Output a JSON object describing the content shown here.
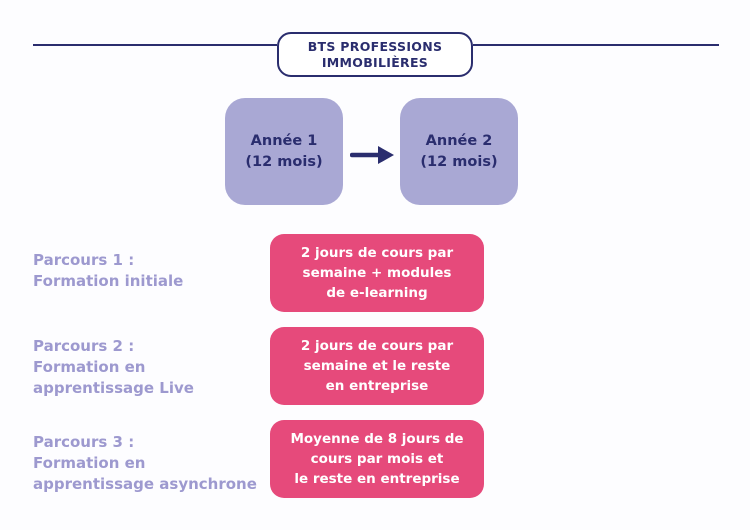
{
  "diagram_title": "BTS PROFESSIONS\nIMMOBILIÈRES",
  "colors": {
    "navy": "#2a2d6e",
    "year_box_purple": "#a9a8d4",
    "detail_box_pink": "#e64a7b",
    "row_label_purple": "#9d99cf",
    "background": "#fdfdff",
    "detail_text": "#ffffff"
  },
  "years": [
    {
      "label": "Année 1\n(12 mois)"
    },
    {
      "label": "Année 2\n(12 mois)"
    }
  ],
  "arrow": {
    "icon": "right-arrow"
  },
  "rows": [
    {
      "label": "Parcours 1 :\nFormation initiale",
      "detail": "2 jours de cours par\nsemaine + modules\nde e-learning"
    },
    {
      "label": "Parcours 2 :\nFormation en\napprentissage Live",
      "detail": "2 jours de cours par\nsemaine et le reste\nen entreprise"
    },
    {
      "label": "Parcours 3 :\nFormation en\napprentissage asynchrone",
      "detail": "Moyenne de 8 jours de\ncours par mois et\nle reste en entreprise"
    }
  ]
}
